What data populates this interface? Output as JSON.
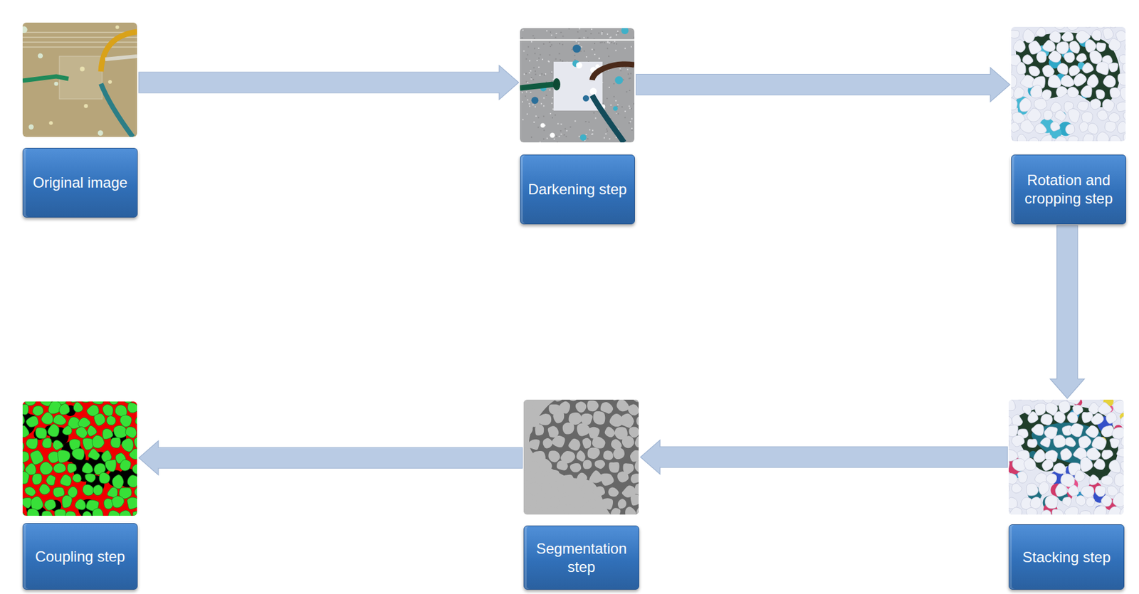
{
  "diagram": {
    "nodes": [
      {
        "text": [
          "Original image"
        ]
      },
      {
        "text": [
          "Darkening step"
        ]
      },
      {
        "text": [
          "Rotation and cropping step"
        ]
      },
      {
        "text": [
          "Stacking step"
        ]
      },
      {
        "text": [
          "Segmentation step"
        ]
      },
      {
        "text": [
          "Coupling step"
        ]
      }
    ],
    "edges": [
      {
        "from": 0,
        "to": 1,
        "arrow": "to"
      },
      {
        "from": 1,
        "to": 2,
        "arrow": "to"
      },
      {
        "from": 2,
        "to": 3,
        "arrow": "to"
      },
      {
        "from": 3,
        "to": 4,
        "arrow": "to"
      },
      {
        "from": 4,
        "to": 5,
        "arrow": "to"
      }
    ]
  }
}
